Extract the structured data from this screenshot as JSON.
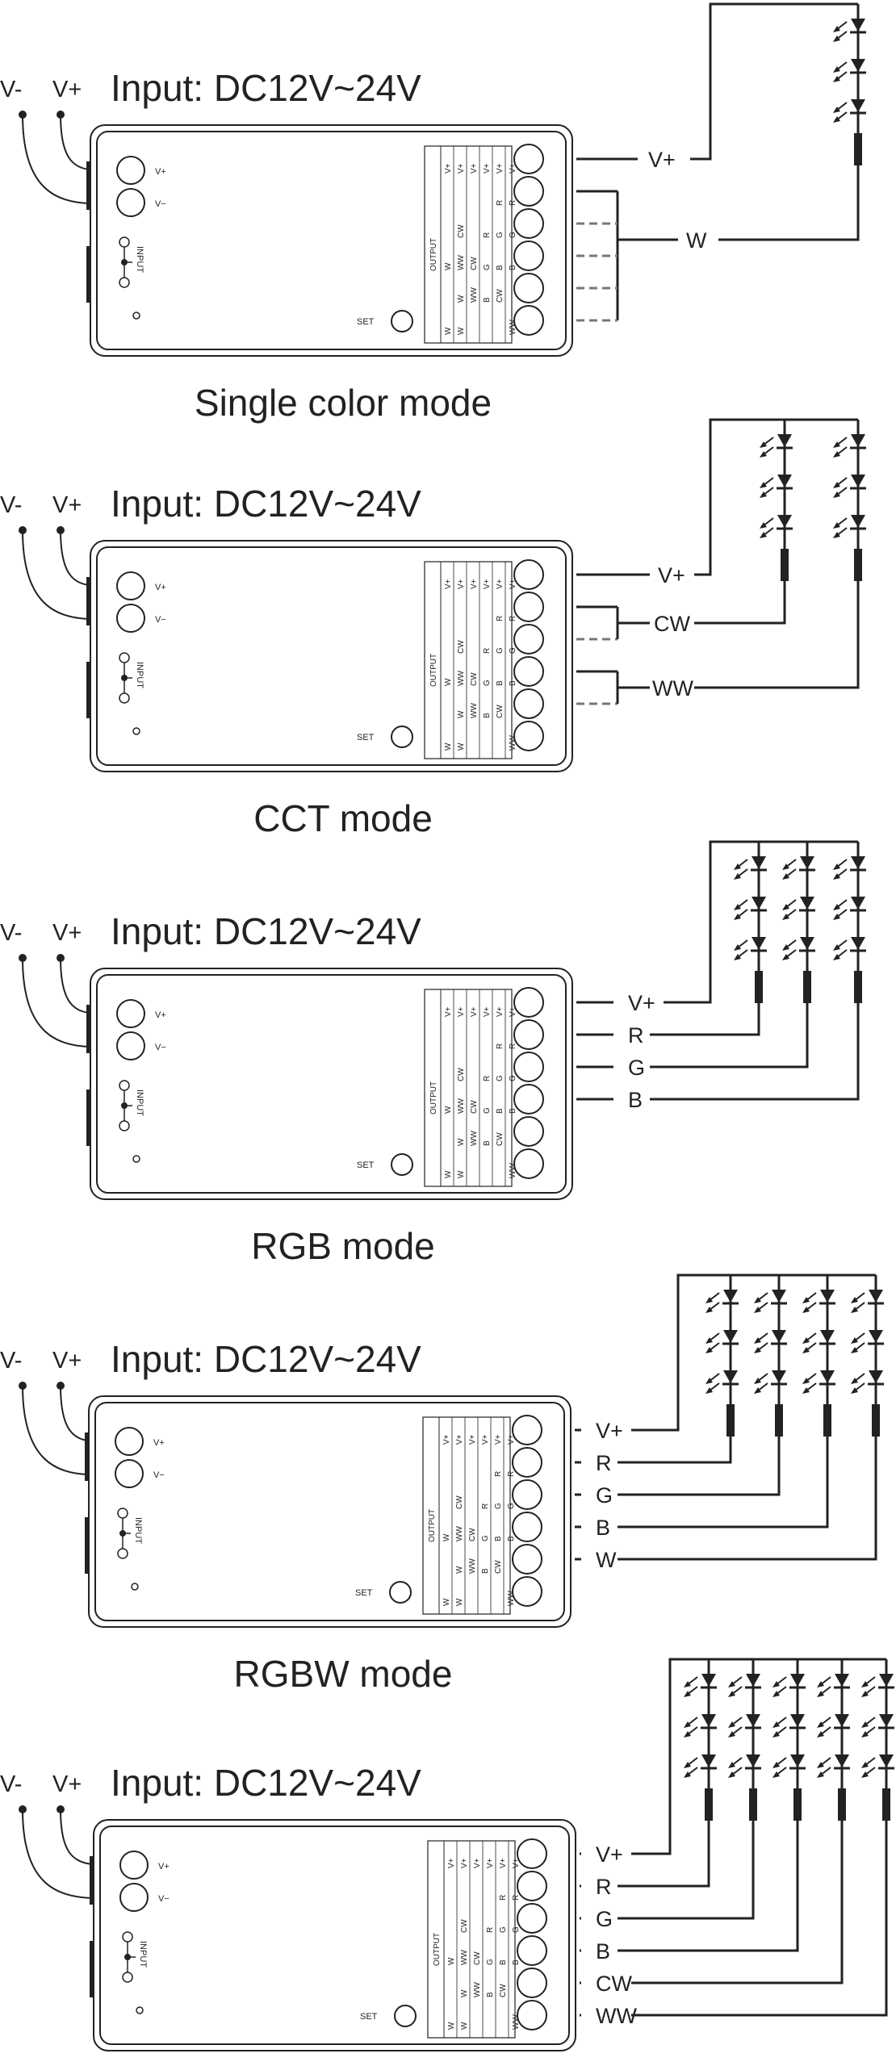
{
  "input_label": "Input: DC12V~24V",
  "vminus_label": "V-",
  "vplus_label": "V+",
  "device": {
    "terminal_vplus": "V+",
    "terminal_vminus": "V−",
    "input_label": "INPUT",
    "output_label": "OUTPUT",
    "set_label": "SET",
    "table_columns": [
      [
        "W",
        "",
        "W",
        "",
        "",
        "V+"
      ],
      [
        "W",
        "W",
        "WW",
        "CW",
        "",
        "V+"
      ],
      [
        "",
        "WW",
        "CW",
        "",
        "",
        "V+"
      ],
      [
        "",
        "B",
        "G",
        "R",
        "",
        "V+"
      ],
      [
        "",
        "CW",
        "B",
        "G",
        "R",
        "V+"
      ],
      [
        "WW",
        "",
        "B",
        "G",
        "R",
        "V+"
      ]
    ]
  },
  "modes": [
    {
      "title": "Single color mode",
      "wires": [
        "V+",
        "W"
      ]
    },
    {
      "title": "CCT mode",
      "wires": [
        "V+",
        "CW",
        "WW"
      ]
    },
    {
      "title": "RGB mode",
      "wires": [
        "V+",
        "R",
        "G",
        "B"
      ]
    },
    {
      "title": "RGBW mode",
      "wires": [
        "V+",
        "R",
        "G",
        "B",
        "W"
      ]
    },
    {
      "title": "RGB+CCT mode",
      "wires": [
        "V+",
        "R",
        "G",
        "B",
        "CW",
        "WW"
      ]
    }
  ]
}
